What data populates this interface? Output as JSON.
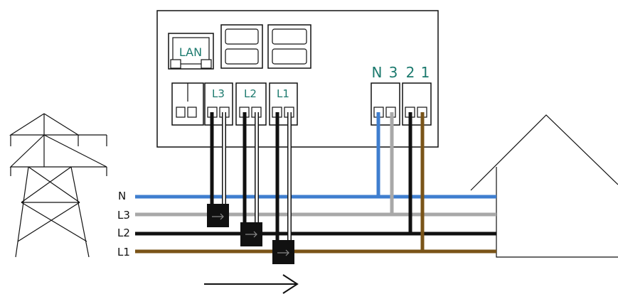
{
  "meter": {
    "lan_label": "LAN",
    "channel_labels": [
      "L3",
      "L2",
      "L1"
    ],
    "terminal_labels": [
      "N",
      "3",
      "2",
      "1"
    ]
  },
  "lines": {
    "labels": [
      "N",
      "L3",
      "L2",
      "L1"
    ]
  },
  "colors": {
    "neutral": "#3f7ecf",
    "l3": "#a8a8a8",
    "l2": "#111111",
    "l1": "#7a5418",
    "label_teal": "#1c7a6e"
  }
}
